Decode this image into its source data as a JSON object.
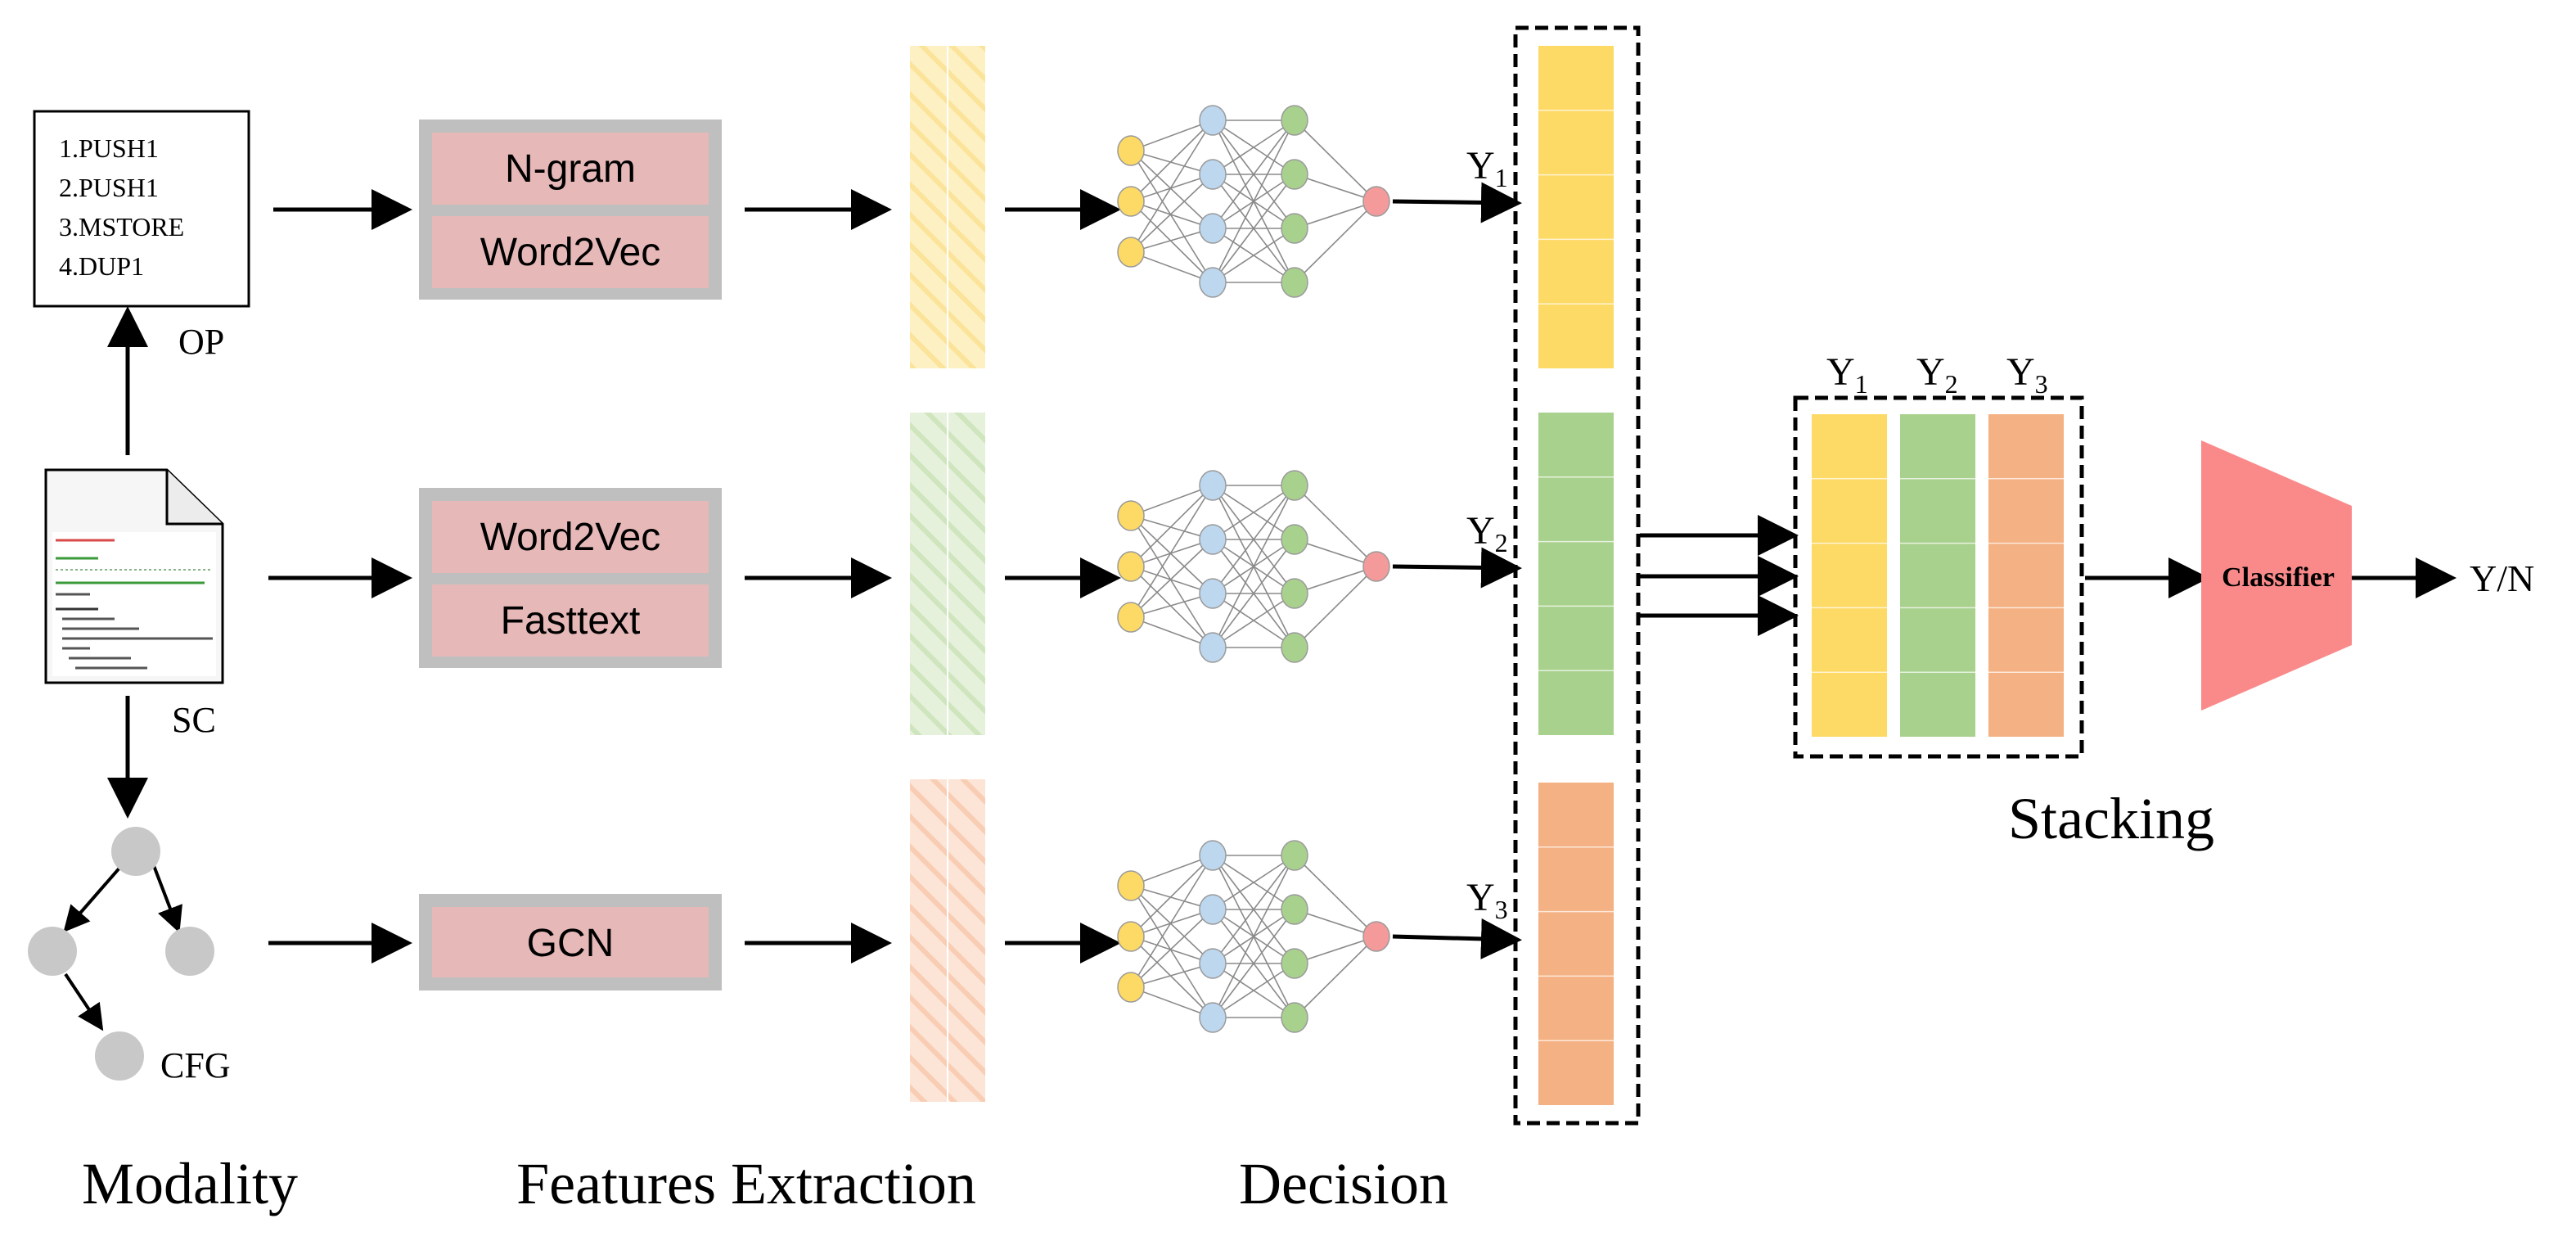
{
  "colors": {
    "yellow": "#fdd966",
    "green": "#a9d18e",
    "orange": "#f4b183",
    "blue": "#bdd7ee",
    "red": "#f59a9a",
    "feature_box_outer": "#bfbfbf",
    "feature_box_inner": "#e6b9b8",
    "node_gray": "#c8c8c8",
    "classifier": "#fa8a8a",
    "ink": "#000000"
  },
  "opcode": {
    "lines": [
      "1.PUSH1",
      "2.PUSH1",
      "3.MSTORE",
      "4.DUP1"
    ],
    "label": "OP"
  },
  "source_code": {
    "label": "SC",
    "icon": "document-icon"
  },
  "cfg": {
    "label": "CFG",
    "icon": "graph-icon"
  },
  "features": {
    "row1": [
      "N-gram",
      "Word2Vec"
    ],
    "row2": [
      "Word2Vec",
      "Fasttext"
    ],
    "row3": [
      "GCN"
    ]
  },
  "decision": {
    "y1": "Y",
    "y1_sub": "1",
    "y2": "Y",
    "y2_sub": "2",
    "y3": "Y",
    "y3_sub": "3"
  },
  "stacking": {
    "headers": [
      {
        "main": "Y",
        "sub": "1"
      },
      {
        "main": "Y",
        "sub": "2"
      },
      {
        "main": "Y",
        "sub": "3"
      }
    ],
    "classifier_label": "Classifier",
    "output_label": "Y/N"
  },
  "stage_labels": {
    "modality": "Modality",
    "features": "Features Extraction",
    "decision": "Decision",
    "stacking": "Stacking"
  }
}
